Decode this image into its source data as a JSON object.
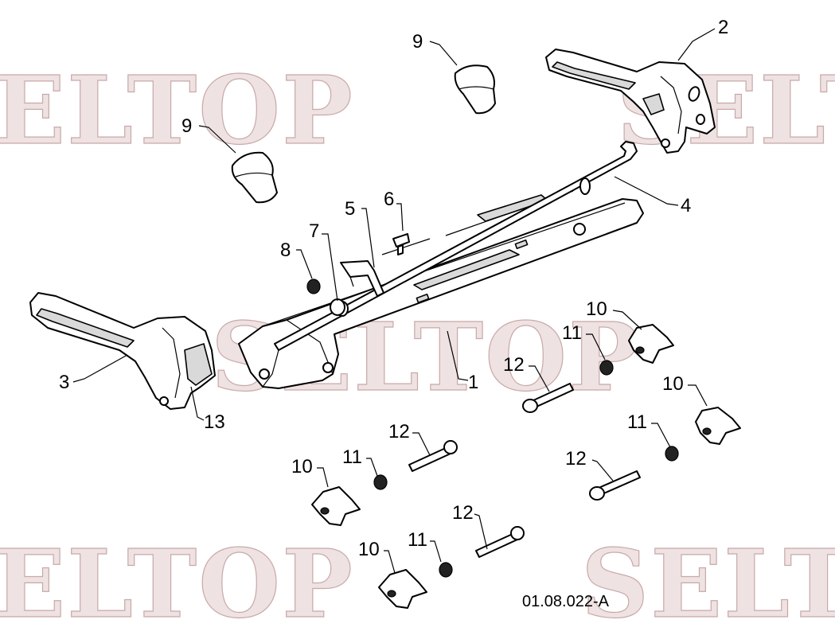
{
  "watermark": {
    "text": "SELTOP",
    "color": "#efe2e2"
  },
  "drawing_code": "01.08.022-A",
  "callouts": {
    "c1": "1",
    "c2": "2",
    "c3": "3",
    "c4": "4",
    "c5": "5",
    "c6": "6",
    "c7": "7",
    "c8": "8",
    "c9a": "9",
    "c9b": "9",
    "c10a": "10",
    "c10b": "10",
    "c10c": "10",
    "c10d": "10",
    "c11a": "11",
    "c11b": "11",
    "c11c": "11",
    "c11d": "11",
    "c12a": "12",
    "c12b": "12",
    "c12c": "12",
    "c12d": "12",
    "c13": "13"
  },
  "colors": {
    "line": "#000000",
    "part_fill": "#ffffff",
    "shade": "#d9d9d9"
  }
}
